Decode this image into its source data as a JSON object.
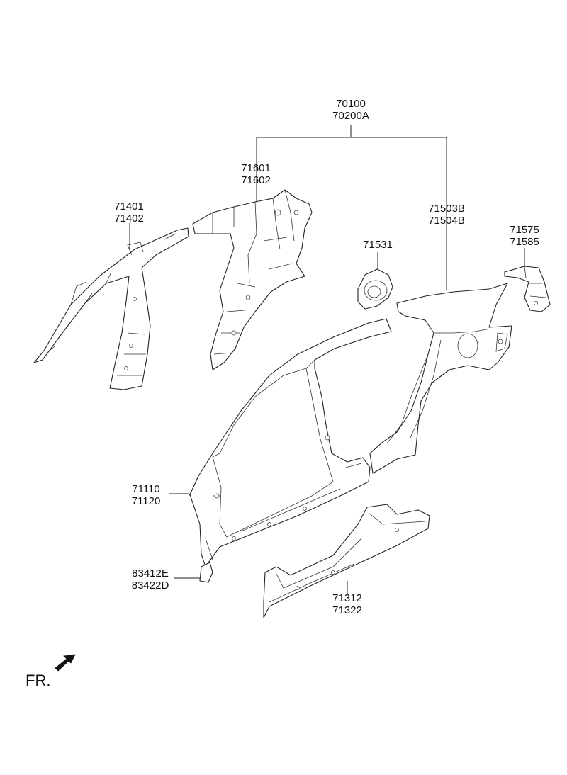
{
  "labels": {
    "assembly": {
      "line1": "70100",
      "line2": "70200A"
    },
    "quarter_inner_upper": {
      "line1": "71601",
      "line2": "71602"
    },
    "pillar_inner": {
      "line1": "71401",
      "line2": "71402"
    },
    "quarter_outer": {
      "line1": "71503B",
      "line2": "71504B"
    },
    "fuel_door_housing": {
      "line1": "71531"
    },
    "tail_bracket": {
      "line1": "71575",
      "line2": "71585"
    },
    "side_outer_panel": {
      "line1": "71110",
      "line2": "71120"
    },
    "sill_reinforcement": {
      "line1": "71312",
      "line2": "71322"
    },
    "sill_plug": {
      "line1": "83412E",
      "line2": "83422D"
    }
  },
  "direction_indicator": {
    "text": "FR.",
    "icon": "arrow-front-icon"
  }
}
